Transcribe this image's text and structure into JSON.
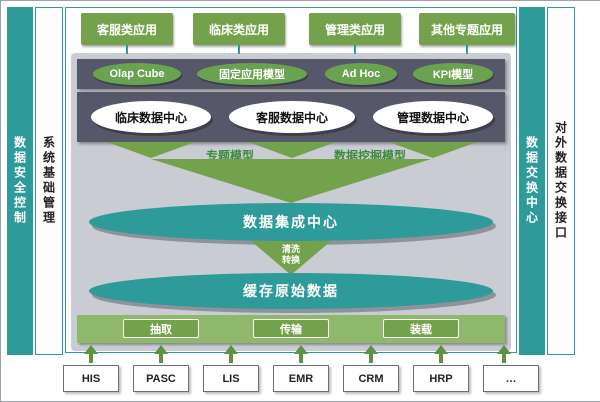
{
  "diagram": {
    "top_apps": [
      "客服类应用",
      "临床类应用",
      "管理类应用",
      "其他专题应用"
    ],
    "pillars": {
      "left_outer": "数据安全控制",
      "left_inner": "系统基础管理",
      "right_inner": "数据交换中心",
      "right_outer": "对外数据交换接口"
    },
    "olap_layer": [
      "Olap Cube",
      "固定应用模型",
      "Ad Hoc",
      "KPI模型"
    ],
    "data_centers": [
      "临床数据中心",
      "客服数据中心",
      "管理数据中心"
    ],
    "model_labels": [
      "专题模型",
      "数据挖掘模型"
    ],
    "integration_center": "数据集成中心",
    "cleanse_funnel": [
      "清洗",
      "转换"
    ],
    "staging_layer": "缓存原始数据",
    "etl_steps": [
      "抽取",
      "传输",
      "装载"
    ],
    "source_systems": [
      "HIS",
      "PASC",
      "LIS",
      "EMR",
      "CRM",
      "HRP",
      "…"
    ]
  },
  "colors": {
    "teal": "#2e9a9a",
    "green": "#74a24c",
    "light_green": "#8fb96a",
    "dark_slate": "#57576a",
    "panel_gray": "#caccd4"
  }
}
